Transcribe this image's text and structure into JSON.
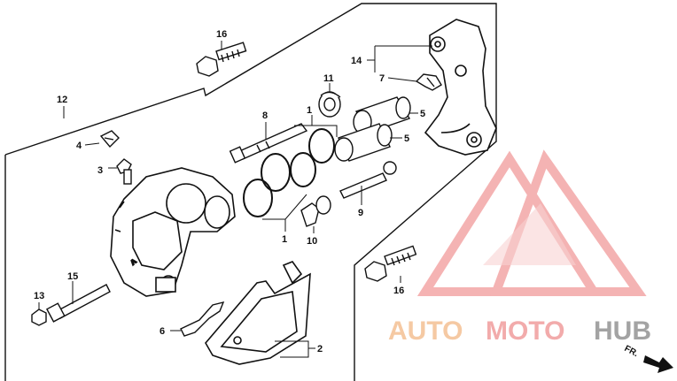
{
  "diagram": {
    "callouts": {
      "c16_top": "16",
      "c14": "14",
      "c7": "7",
      "c12": "12",
      "c11": "11",
      "c8": "8",
      "c1_top": "1",
      "c5_a": "5",
      "c5_b": "5",
      "c4": "4",
      "c3": "3",
      "c9": "9",
      "c10": "10",
      "c1_bottom": "1",
      "c16_bottom": "16",
      "c15": "15",
      "c13": "13",
      "c6": "6",
      "c2": "2"
    },
    "direction_label": "FR.",
    "watermark": {
      "part1": "AUTO",
      "part2": "MOTO",
      "part3": "HUB",
      "colors": {
        "auto": "#f5c49a",
        "moto": "#f1a3a3",
        "hub": "#9a9a9a",
        "logo": "#f19a9a"
      }
    }
  }
}
